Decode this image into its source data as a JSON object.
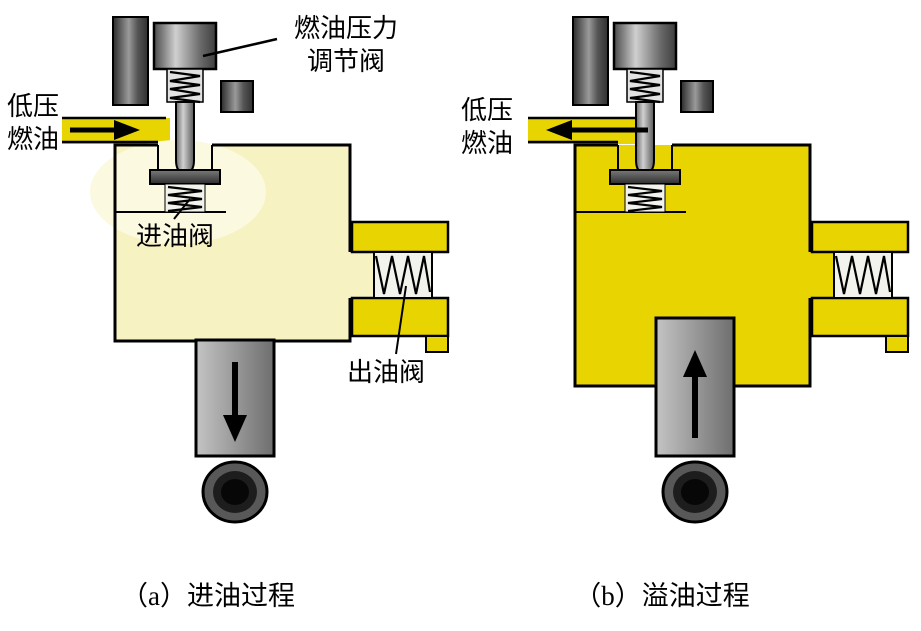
{
  "colors": {
    "background": "#ffffff",
    "fuel_yellow": "#e7d400",
    "chamber_pale": "#f6f2c2",
    "spring_box": "#f3f3ee",
    "metal_dark": "#3a3a3a",
    "metal_light": "#c8c8c8",
    "outline": "#000000",
    "text": "#000000"
  },
  "annotations": {
    "pressure_valve": {
      "line1": "燃油压力",
      "line2": "调节阀"
    },
    "low_pressure_fuel": {
      "line1": "低压",
      "line2": "燃油"
    },
    "intake_valve": "进油阀",
    "outlet_valve": "出油阀"
  },
  "panels": {
    "a": {
      "caption": "（a）进油过程",
      "inlet_arrow": "right",
      "piston_arrow": "down"
    },
    "b": {
      "caption": "（b）溢油过程",
      "inlet_arrow": "left",
      "piston_arrow": "up"
    }
  }
}
